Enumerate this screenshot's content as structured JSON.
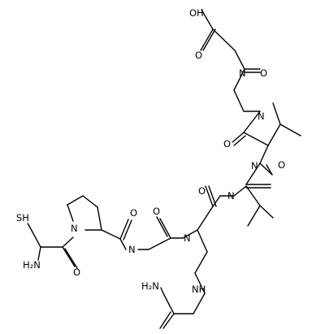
{
  "molecule": {
    "atom_labels": [
      "OH",
      "O",
      "N",
      "O",
      "N",
      "O",
      "N",
      "O",
      "O",
      "N",
      "O",
      "N",
      "O",
      "N",
      "SH",
      "H₂N",
      "O",
      "NH",
      "H₂N",
      "N"
    ]
  }
}
